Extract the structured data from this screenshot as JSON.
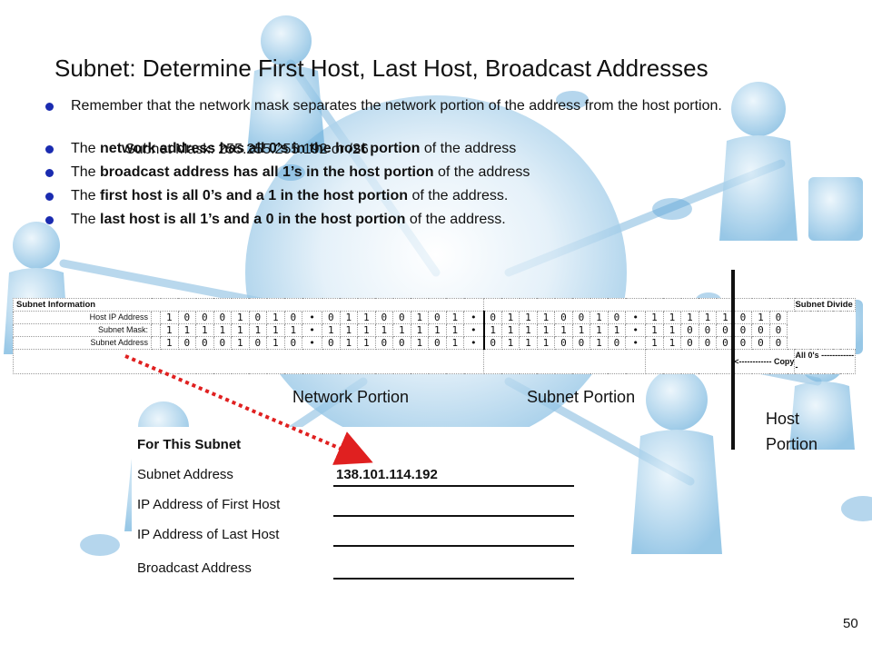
{
  "slide": {
    "title": "Subnet: Determine First Host, Last Host, Broadcast Addresses",
    "page_number": "50"
  },
  "bullets": [
    {
      "parts": [
        "Remember that the network mask separates the network portion of the address from the host portion."
      ]
    },
    {
      "parts": [
        "The ",
        "network address has all 0’s in the host portion",
        " of the address"
      ]
    },
    {
      "parts": [
        "The ",
        "broadcast address has all 1’s in the host portion",
        " of the address"
      ]
    },
    {
      "parts": [
        "The ",
        "first host is all 0’s and a 1 in the host portion",
        " of the address."
      ]
    },
    {
      "parts": [
        "The ",
        "last host is all 1’s and a 0 in the host portion",
        " of the address."
      ]
    }
  ],
  "subnet_mask_line": "Subnet Mask: 255.255.255.192 or /26",
  "binary_table": {
    "header": "Subnet Information",
    "subnet_divide": "Subnet Divide",
    "rows": [
      {
        "label": "Host IP Address",
        "octets": [
          "10001010",
          "01100101",
          "01110010",
          "11111010"
        ]
      },
      {
        "label": "Subnet Mask:",
        "octets": [
          "11111111",
          "11111111",
          "11111111",
          "11000000"
        ]
      },
      {
        "label": "Subnet Address",
        "octets": [
          "10001010",
          "01100101",
          "01110010",
          "11000000"
        ]
      }
    ],
    "copy_text": "<------------ Copy",
    "all0_text": "All 0's -------------"
  },
  "portion_labels": {
    "network": "Network Portion",
    "subnet": "Subnet Portion",
    "host_line1": "Host",
    "host_line2": "Portion"
  },
  "subnet_box": {
    "heading": "For This Subnet",
    "rows": [
      {
        "label": "Subnet Address",
        "value": "138.101.114.192"
      },
      {
        "label": "IP Address of First Host",
        "value": ""
      },
      {
        "label": "IP Address of Last Host",
        "value": ""
      },
      {
        "label": "Broadcast Address",
        "value": ""
      }
    ]
  },
  "colors": {
    "bullet": "#1a2bb0",
    "arrow": "#e02020",
    "background_accent": "#6aaed6"
  }
}
